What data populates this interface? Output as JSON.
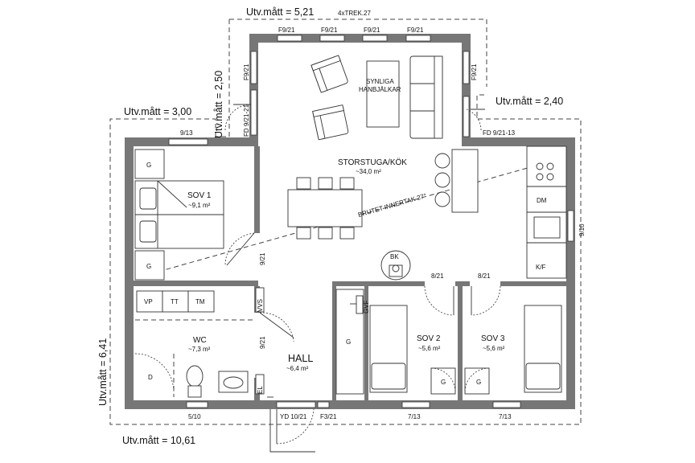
{
  "dimensions": {
    "top_width": "Utv.mått = 5,21",
    "left_top": "Utv.mått = 2,50",
    "left_width": "Utv.mått = 3,00",
    "right_width": "Utv.mått = 2,40",
    "total_height": "Utv.mått = 6,41",
    "total_width": "Utv.mått = 10,61"
  },
  "notes": {
    "trusses": "4xTREK.27",
    "beams_line1": "SYNLIGA",
    "beams_line2": "HANBJÄLKAR",
    "broken_ceiling": "BRUTET INNERTAK 27°"
  },
  "rooms": {
    "living": {
      "name": "STORSTUGA/KÖK",
      "area": "~34,0 m²"
    },
    "sov1": {
      "name": "SOV 1",
      "area": "~9,1 m²"
    },
    "wc": {
      "name": "WC",
      "area": "~7,3 m²"
    },
    "hall": {
      "name": "HALL",
      "area": "~6,4 m²"
    },
    "sov2": {
      "name": "SOV 2",
      "area": "~5,6 m²"
    },
    "sov3": {
      "name": "SOV 3",
      "area": "~5,6 m²"
    }
  },
  "fixtures": {
    "g": "G",
    "vp": "VP",
    "tt": "TT",
    "tm": "TM",
    "d": "D",
    "dm": "DM",
    "kf": "K/F",
    "bk": "BK",
    "vvs": "VVS",
    "gvf": "GVF",
    "el": "EL"
  },
  "windows": {
    "top1": "F9/21",
    "top2": "F9/21",
    "top3": "F9/21",
    "top4": "F9/21",
    "left_upper": "F9/21",
    "left_door": "FD 9/21-21",
    "right_upper": "F9/21",
    "right_door": "FD 9/21-13",
    "sov1_top": "9/13",
    "kitchen_right": "9/10",
    "wc_bottom": "5/10",
    "sov2_bottom": "7/13",
    "sov3_bottom": "7/13",
    "front_door": "YD 10/21",
    "side_light": "F3/21"
  },
  "doors": {
    "sov1": "9/21",
    "wc": "9/21",
    "sov2": "8/21",
    "sov3": "8/21"
  }
}
